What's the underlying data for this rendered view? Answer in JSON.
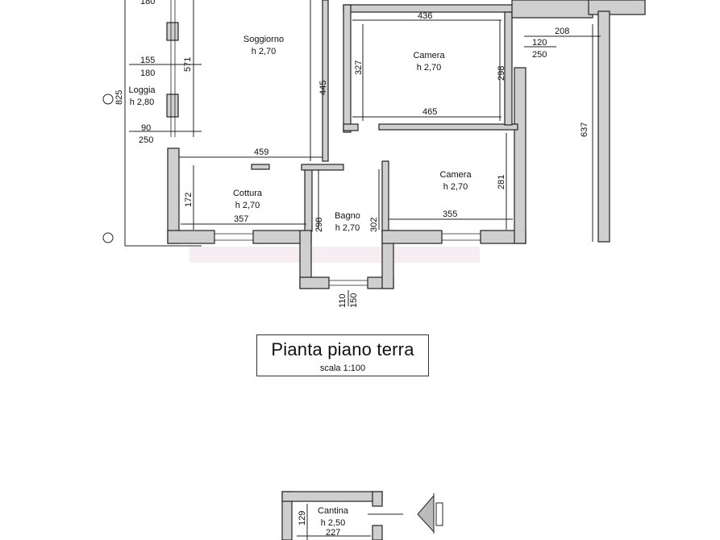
{
  "title": {
    "main": "Pianta piano terra",
    "scale": "scala 1:100"
  },
  "rooms": {
    "soggiorno": {
      "name": "Soggiorno",
      "height": "h 2,70"
    },
    "camera1": {
      "name": "Camera",
      "height": "h 2,70"
    },
    "camera2": {
      "name": "Camera",
      "height": "h 2,70"
    },
    "cottura": {
      "name": "Cottura",
      "height": "h 2,70"
    },
    "bagno": {
      "name": "Bagno",
      "height": "h 2,70"
    },
    "loggia": {
      "name": "Loggia",
      "height": "h 2,80"
    },
    "cantina": {
      "name": "Cantina",
      "height": "h 2,50"
    }
  },
  "dimensions": {
    "d180_top": "180",
    "d436": "436",
    "d208": "208",
    "d120": "120",
    "d250_right": "250",
    "d571": "571",
    "d155": "155",
    "d180": "180",
    "d825": "825",
    "d445": "445",
    "d327": "327",
    "d298_cam": "298",
    "d90": "90",
    "d250_left": "250",
    "d465": "465",
    "d637": "637",
    "d459": "459",
    "d172": "172",
    "d298_bagno": "298",
    "d302": "302",
    "d281": "281",
    "d357": "357",
    "d355": "355",
    "d110": "110",
    "d150": "150",
    "d129": "129",
    "d227": "227"
  },
  "icons": {
    "north": "north-arrow-icon"
  }
}
